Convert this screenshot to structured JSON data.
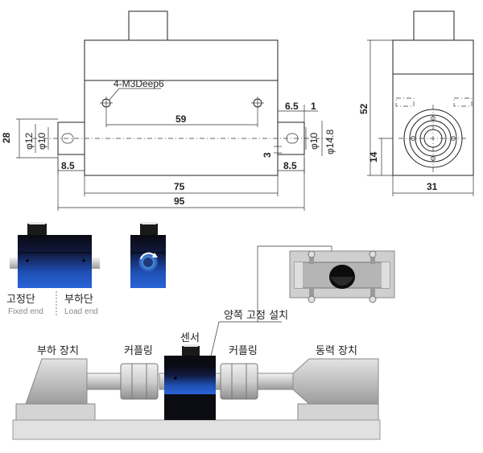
{
  "drawing": {
    "hole_note_prefix": "4-M3",
    "hole_note_suffix": "Deep6",
    "dims": {
      "d59": "59",
      "d6_5": "6.5",
      "d1": "1",
      "d28": "28",
      "phi12": "φ12",
      "phi10_left": "φ10",
      "d8_5_left": "8.5",
      "d3": "3",
      "phi10_right": "φ10",
      "phi14_8": "φ14.8",
      "d8_5_right": "8.5",
      "d75": "75",
      "d95": "95",
      "d52": "52",
      "d14": "14",
      "d31": "31"
    }
  },
  "labels": {
    "fixed_end_kr": "고정단",
    "fixed_end_en": "Fixed end",
    "load_end_kr": "부하단",
    "load_end_en": "Load end",
    "both_sides_fixed": "양쪽 고정 설치",
    "load_device": "부하 장치",
    "coupling_left": "커플링",
    "sensor": "센서",
    "coupling_right": "커플링",
    "power_device": "동력 장치"
  },
  "colors": {
    "sensor_blue": "#1f4fb4",
    "sensor_dark": "#0b0b12",
    "device_gray": "#bdbdbd",
    "base_gray": "#d4d4d4"
  }
}
